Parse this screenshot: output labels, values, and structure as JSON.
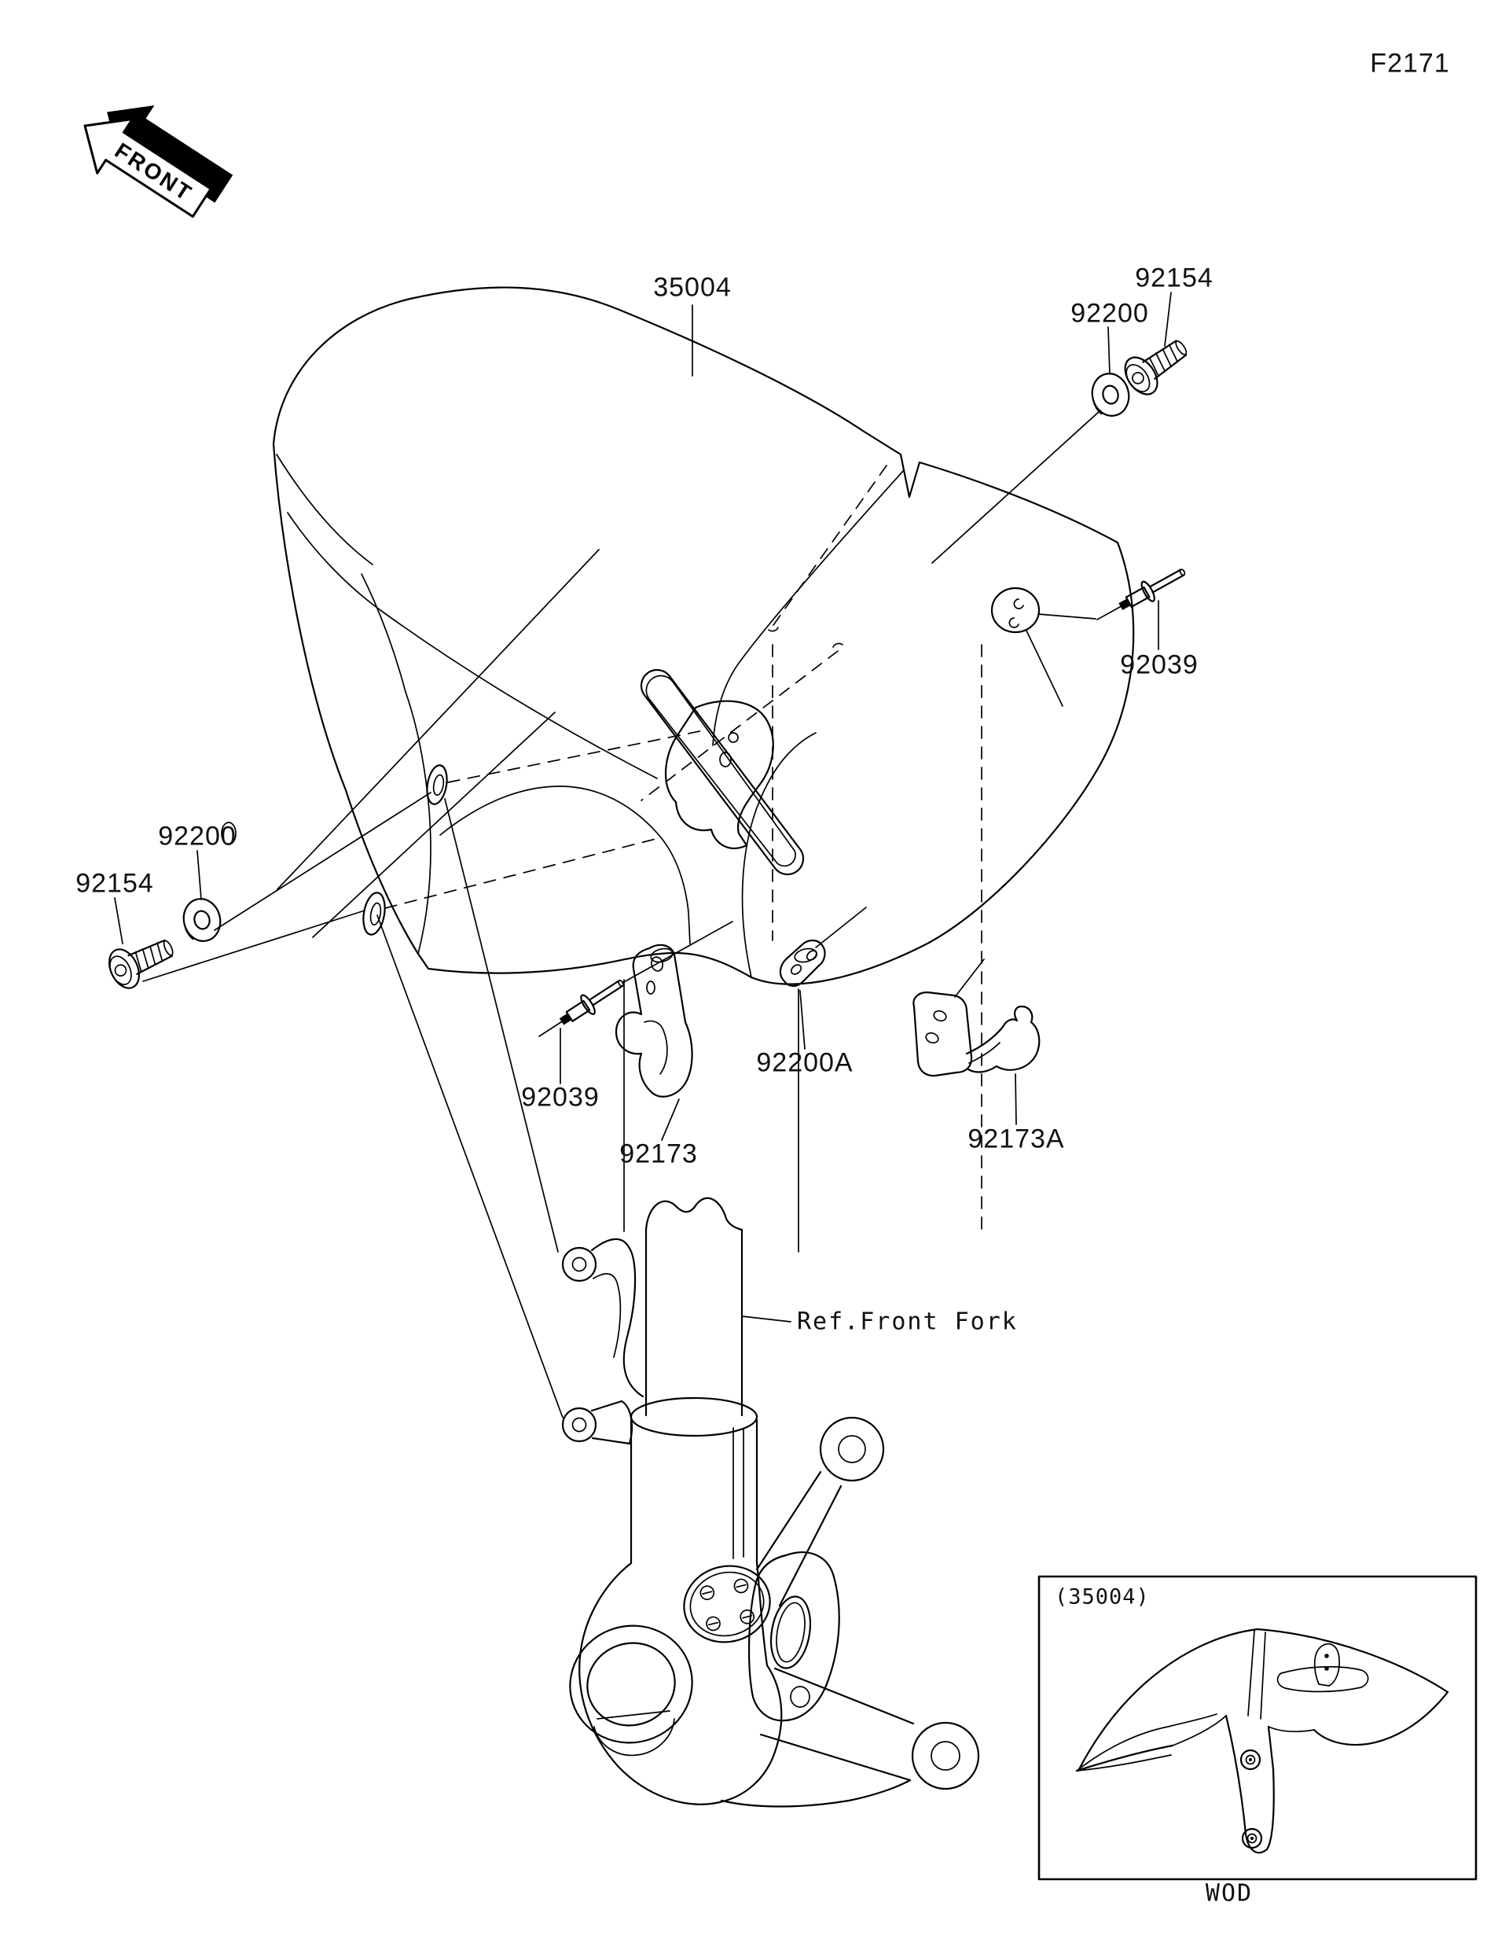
{
  "page": {
    "drawing_code": "F2171"
  },
  "front_arrow": {
    "label": "FRONT"
  },
  "labels": {
    "fender": "35004",
    "washer_top": "92200",
    "bolt_top": "92154",
    "pin_right": "92039",
    "washer_left": "92200",
    "bolt_left": "92154",
    "pin_mid": "92039",
    "clamp": "92173",
    "bracket": "92200A",
    "clamp_a": "92173A",
    "ref_front_fork": "Ref.Front Fork"
  },
  "inset": {
    "part_label": "(35004)",
    "variant_code": "WOD"
  }
}
